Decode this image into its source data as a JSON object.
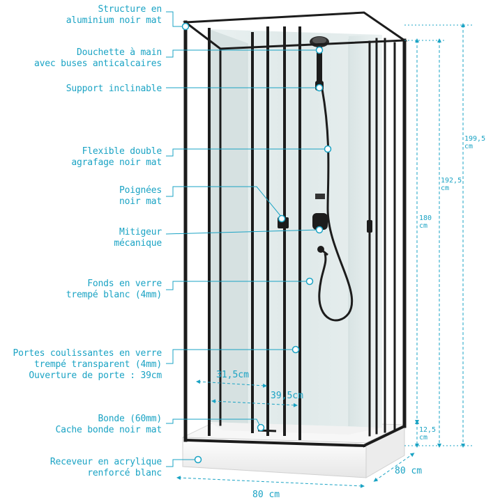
{
  "labels": {
    "structure": [
      "Structure en",
      "aluminium noir mat"
    ],
    "douchette": [
      "Douchette à main",
      "avec buses anticalcaires"
    ],
    "support": [
      "Support inclinable"
    ],
    "flexible": [
      "Flexible double",
      "agrafage noir mat"
    ],
    "poignees": [
      "Poignées",
      "noir mat"
    ],
    "mitigeur": [
      "Mitigeur",
      "mécanique"
    ],
    "fonds": [
      "Fonds en verre",
      "trempé blanc (4mm)"
    ],
    "portes": [
      "Portes coulissantes en verre",
      "trempé transparent (4mm)",
      "Ouverture de porte : 39cm"
    ],
    "bonde": [
      "Bonde (60mm)",
      "Cache bonde noir mat"
    ],
    "receveur": [
      "Receveur en acrylique",
      "renforcé blanc"
    ]
  },
  "dimensions": {
    "total_height": [
      "199,5",
      "cm"
    ],
    "wall_height": [
      "192,5",
      "cm"
    ],
    "door_height": [
      "180",
      "cm"
    ],
    "tray_height": [
      "12,5",
      "cm"
    ],
    "width": "80 cm",
    "depth": "80 cm",
    "door_opening_1": "31,5cm",
    "door_opening_2": "39,5cm"
  },
  "colors": {
    "annotation": "#1aa3c4",
    "frame": "#1c1c1c",
    "glass_back": "#e3ecec",
    "tray": "#f4f4f4"
  }
}
